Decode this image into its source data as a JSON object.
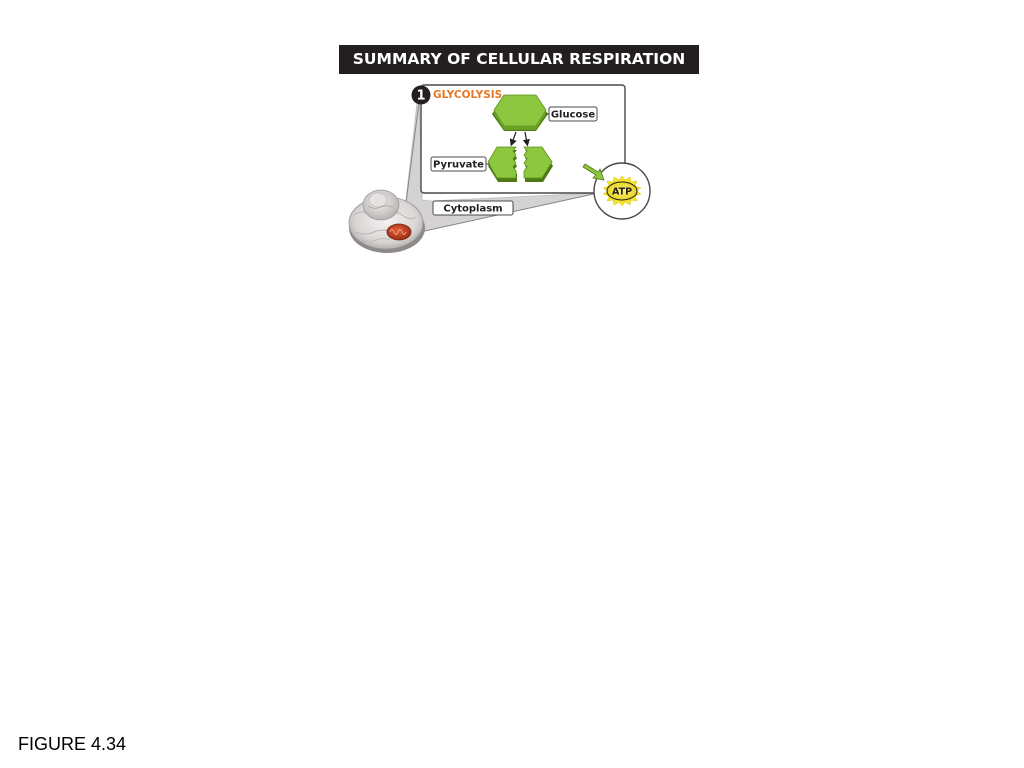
{
  "title": "SUMMARY OF CELLULAR RESPIRATION",
  "step": {
    "number": "1",
    "name": "GLYCOLYSIS"
  },
  "labels": {
    "glucose": "Glucose",
    "pyruvate": "Pyruvate",
    "cytoplasm": "Cytoplasm",
    "atp": "ATP"
  },
  "colors": {
    "title_bg": "#231f20",
    "step_title": "#e87722",
    "molecule_green": "#8dc63f",
    "atp_yellow": "#f2e22a"
  },
  "figure_label": "FIGURE 4.34"
}
